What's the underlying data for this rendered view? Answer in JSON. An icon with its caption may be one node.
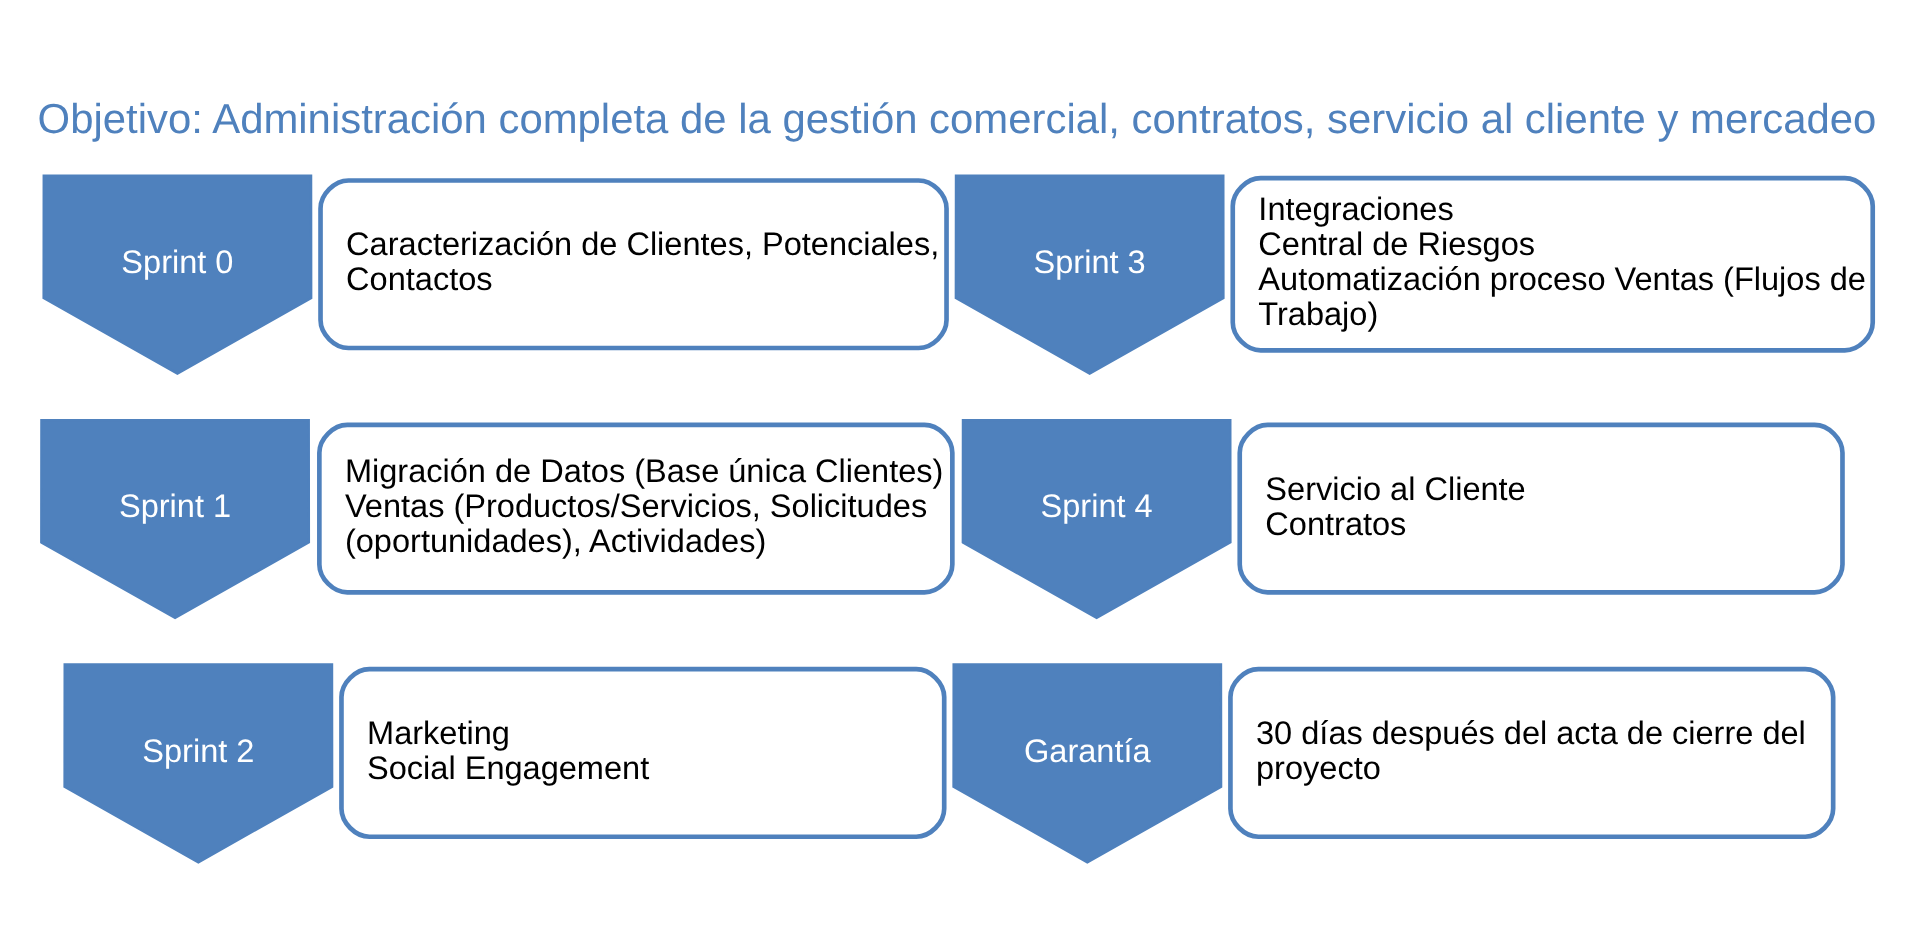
{
  "diagram": {
    "title": "Objetivo: Administración completa de la gestión comercial, contratos, servicio al cliente y mercadeo",
    "nodes": [
      {
        "text": [
          "Sprint 0"
        ]
      },
      {
        "text": [
          "Caracterización de Clientes, Potenciales, Contactos"
        ]
      },
      {
        "text": [
          "Sprint 3"
        ]
      },
      {
        "text": [
          "Integraciones",
          "Central de Riesgos",
          "Automatización proceso Ventas (Flujos de Trabajo)"
        ]
      },
      {
        "text": [
          "Sprint 1"
        ]
      },
      {
        "text": [
          "Migración de Datos (Base única Clientes)",
          "Ventas (Productos/Servicios, Solicitudes (oportunidades), Actividades)"
        ]
      },
      {
        "text": [
          "Sprint 4"
        ]
      },
      {
        "text": [
          "Servicio al Cliente",
          "Contratos"
        ]
      },
      {
        "text": [
          "Sprint 2"
        ]
      },
      {
        "text": [
          "Marketing",
          "Social Engagement"
        ]
      },
      {
        "text": [
          "Garantía"
        ]
      },
      {
        "text": [
          "30 días después del acta de cierre del proyecto"
        ]
      }
    ],
    "edges": []
  }
}
